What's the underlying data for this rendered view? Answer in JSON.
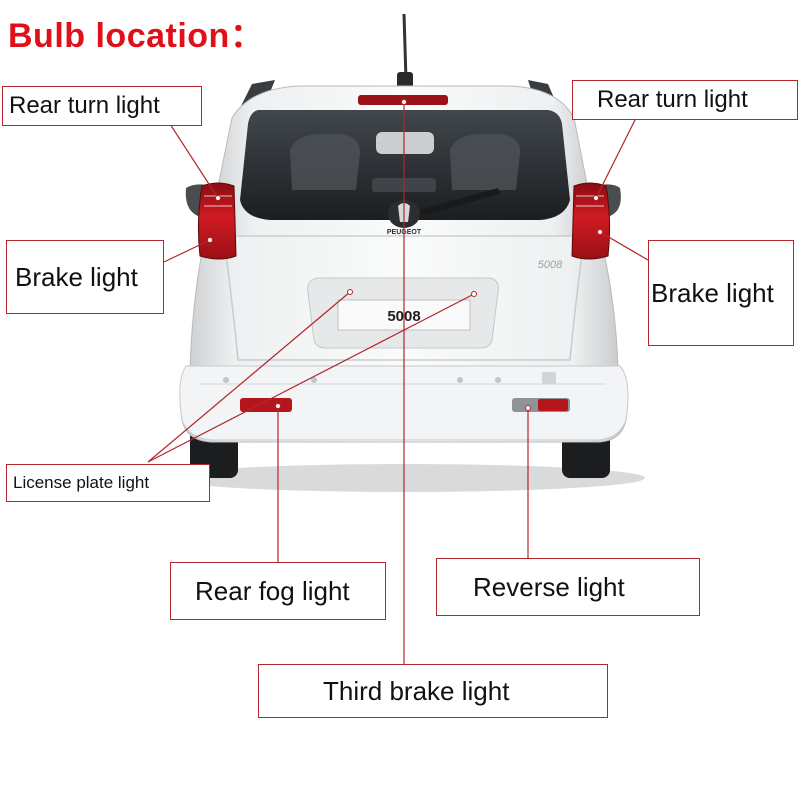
{
  "header": {
    "title": "Bulb location："
  },
  "car": {
    "badge_text": "5008",
    "plate_text": "5008",
    "brand_text": "PEUGEOT"
  },
  "labels": {
    "rear_turn_left": "Rear turn light",
    "rear_turn_right": "Rear turn light",
    "brake_left": "Brake light",
    "brake_right": "Brake light",
    "license_plate": "License plate light",
    "rear_fog": "Rear fog light",
    "reverse": "Reverse light",
    "third_brake": "Third brake light"
  },
  "colors": {
    "title": "#e0101a",
    "leader_line": "#b3262c",
    "label_border": "#b3262c",
    "car_body": "#f1f2f3",
    "glass": "#2c3034",
    "lamp_red": "#c4141c"
  }
}
